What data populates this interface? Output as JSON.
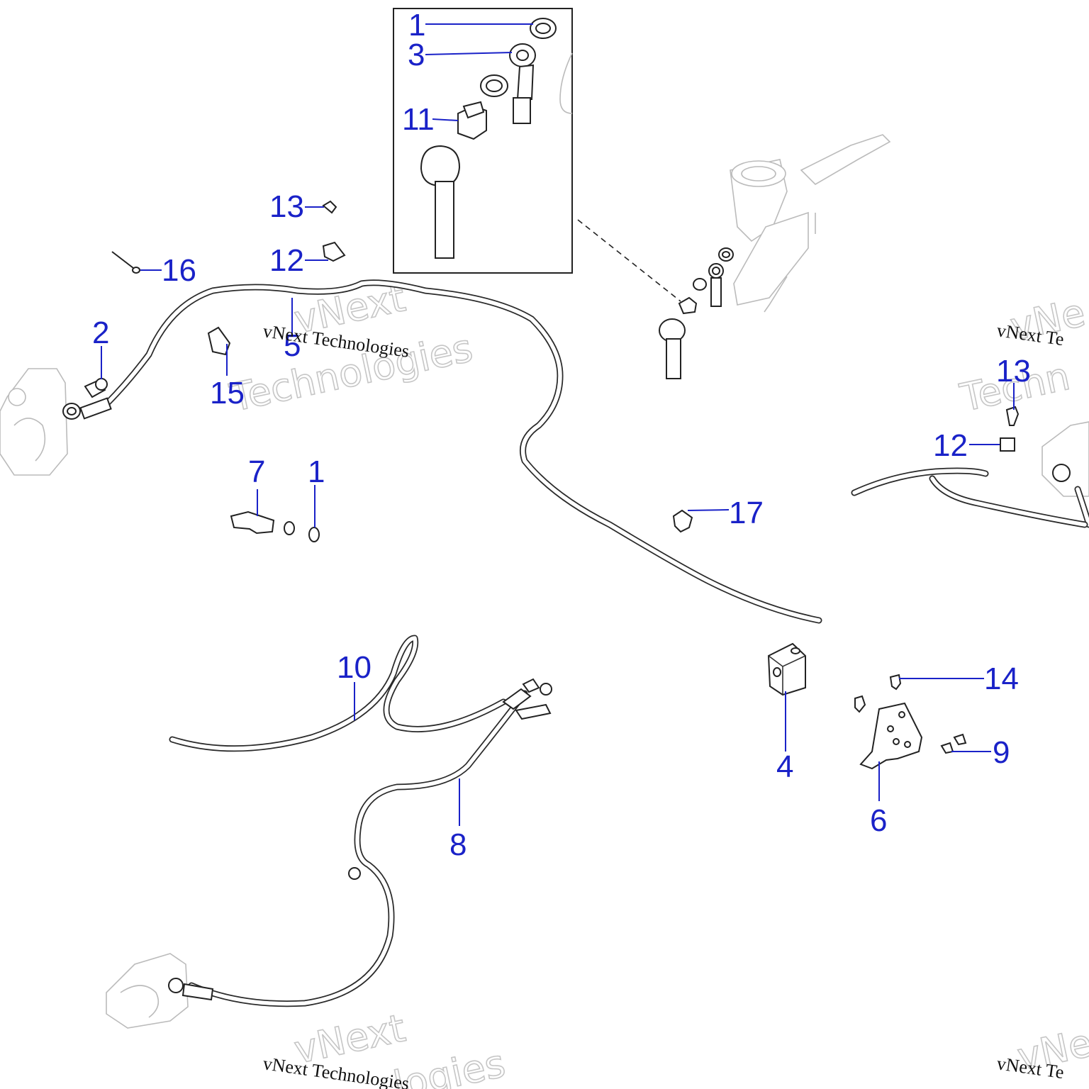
{
  "callouts": [
    {
      "id": "c1a",
      "label": "1"
    },
    {
      "id": "c3",
      "label": "3"
    },
    {
      "id": "c11",
      "label": "11"
    },
    {
      "id": "c13a",
      "label": "13"
    },
    {
      "id": "c12a",
      "label": "12"
    },
    {
      "id": "c16",
      "label": "16"
    },
    {
      "id": "c2",
      "label": "2"
    },
    {
      "id": "c5",
      "label": "5"
    },
    {
      "id": "c15",
      "label": "15"
    },
    {
      "id": "c7",
      "label": "7"
    },
    {
      "id": "c1b",
      "label": "1"
    },
    {
      "id": "c17",
      "label": "17"
    },
    {
      "id": "c13b",
      "label": "13"
    },
    {
      "id": "c12b",
      "label": "12"
    },
    {
      "id": "c10",
      "label": "10"
    },
    {
      "id": "c8",
      "label": "8"
    },
    {
      "id": "c4",
      "label": "4"
    },
    {
      "id": "c14",
      "label": "14"
    },
    {
      "id": "c9",
      "label": "9"
    },
    {
      "id": "c6",
      "label": "6"
    }
  ],
  "watermark": {
    "caption": "vNext Technologies",
    "word1": "vNext",
    "word2": "Technologies",
    "clip_right": "vNext Te",
    "clip_big_right": "vNe",
    "clip_big_right2": "Techn",
    "clip_bottom_big": "vNext",
    "clip_bottom_big2": "logies",
    "clip_bottom_right": "vNe"
  },
  "colors": {
    "callout": "#1a22c8",
    "line": "#222222",
    "ghost": "#bbbbbb",
    "watermark": "#c6c6c6"
  }
}
